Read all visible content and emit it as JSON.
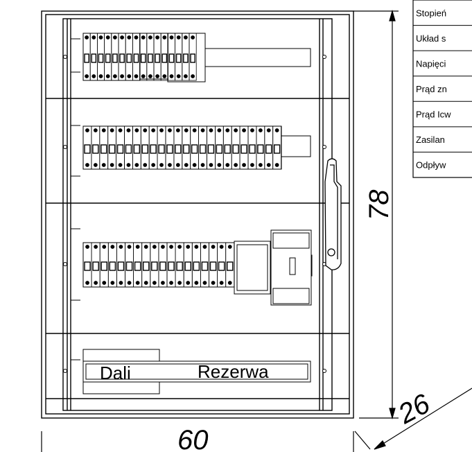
{
  "drawing": {
    "dimensions": {
      "width": "60",
      "height": "78",
      "depth": "26"
    },
    "labels": {
      "dali": "Dali",
      "reserve": "Rezerwa"
    },
    "spec_table": {
      "rows": [
        "Stopień",
        "Układ s",
        "Napięci",
        "Prąd zn",
        "Prąd Icw",
        "Zasilan",
        "Odpływ"
      ]
    },
    "rows": [
      {
        "id": "row-1",
        "modules": 16
      },
      {
        "id": "row-2",
        "modules": 24
      },
      {
        "id": "row-3",
        "modules": 18
      }
    ]
  }
}
